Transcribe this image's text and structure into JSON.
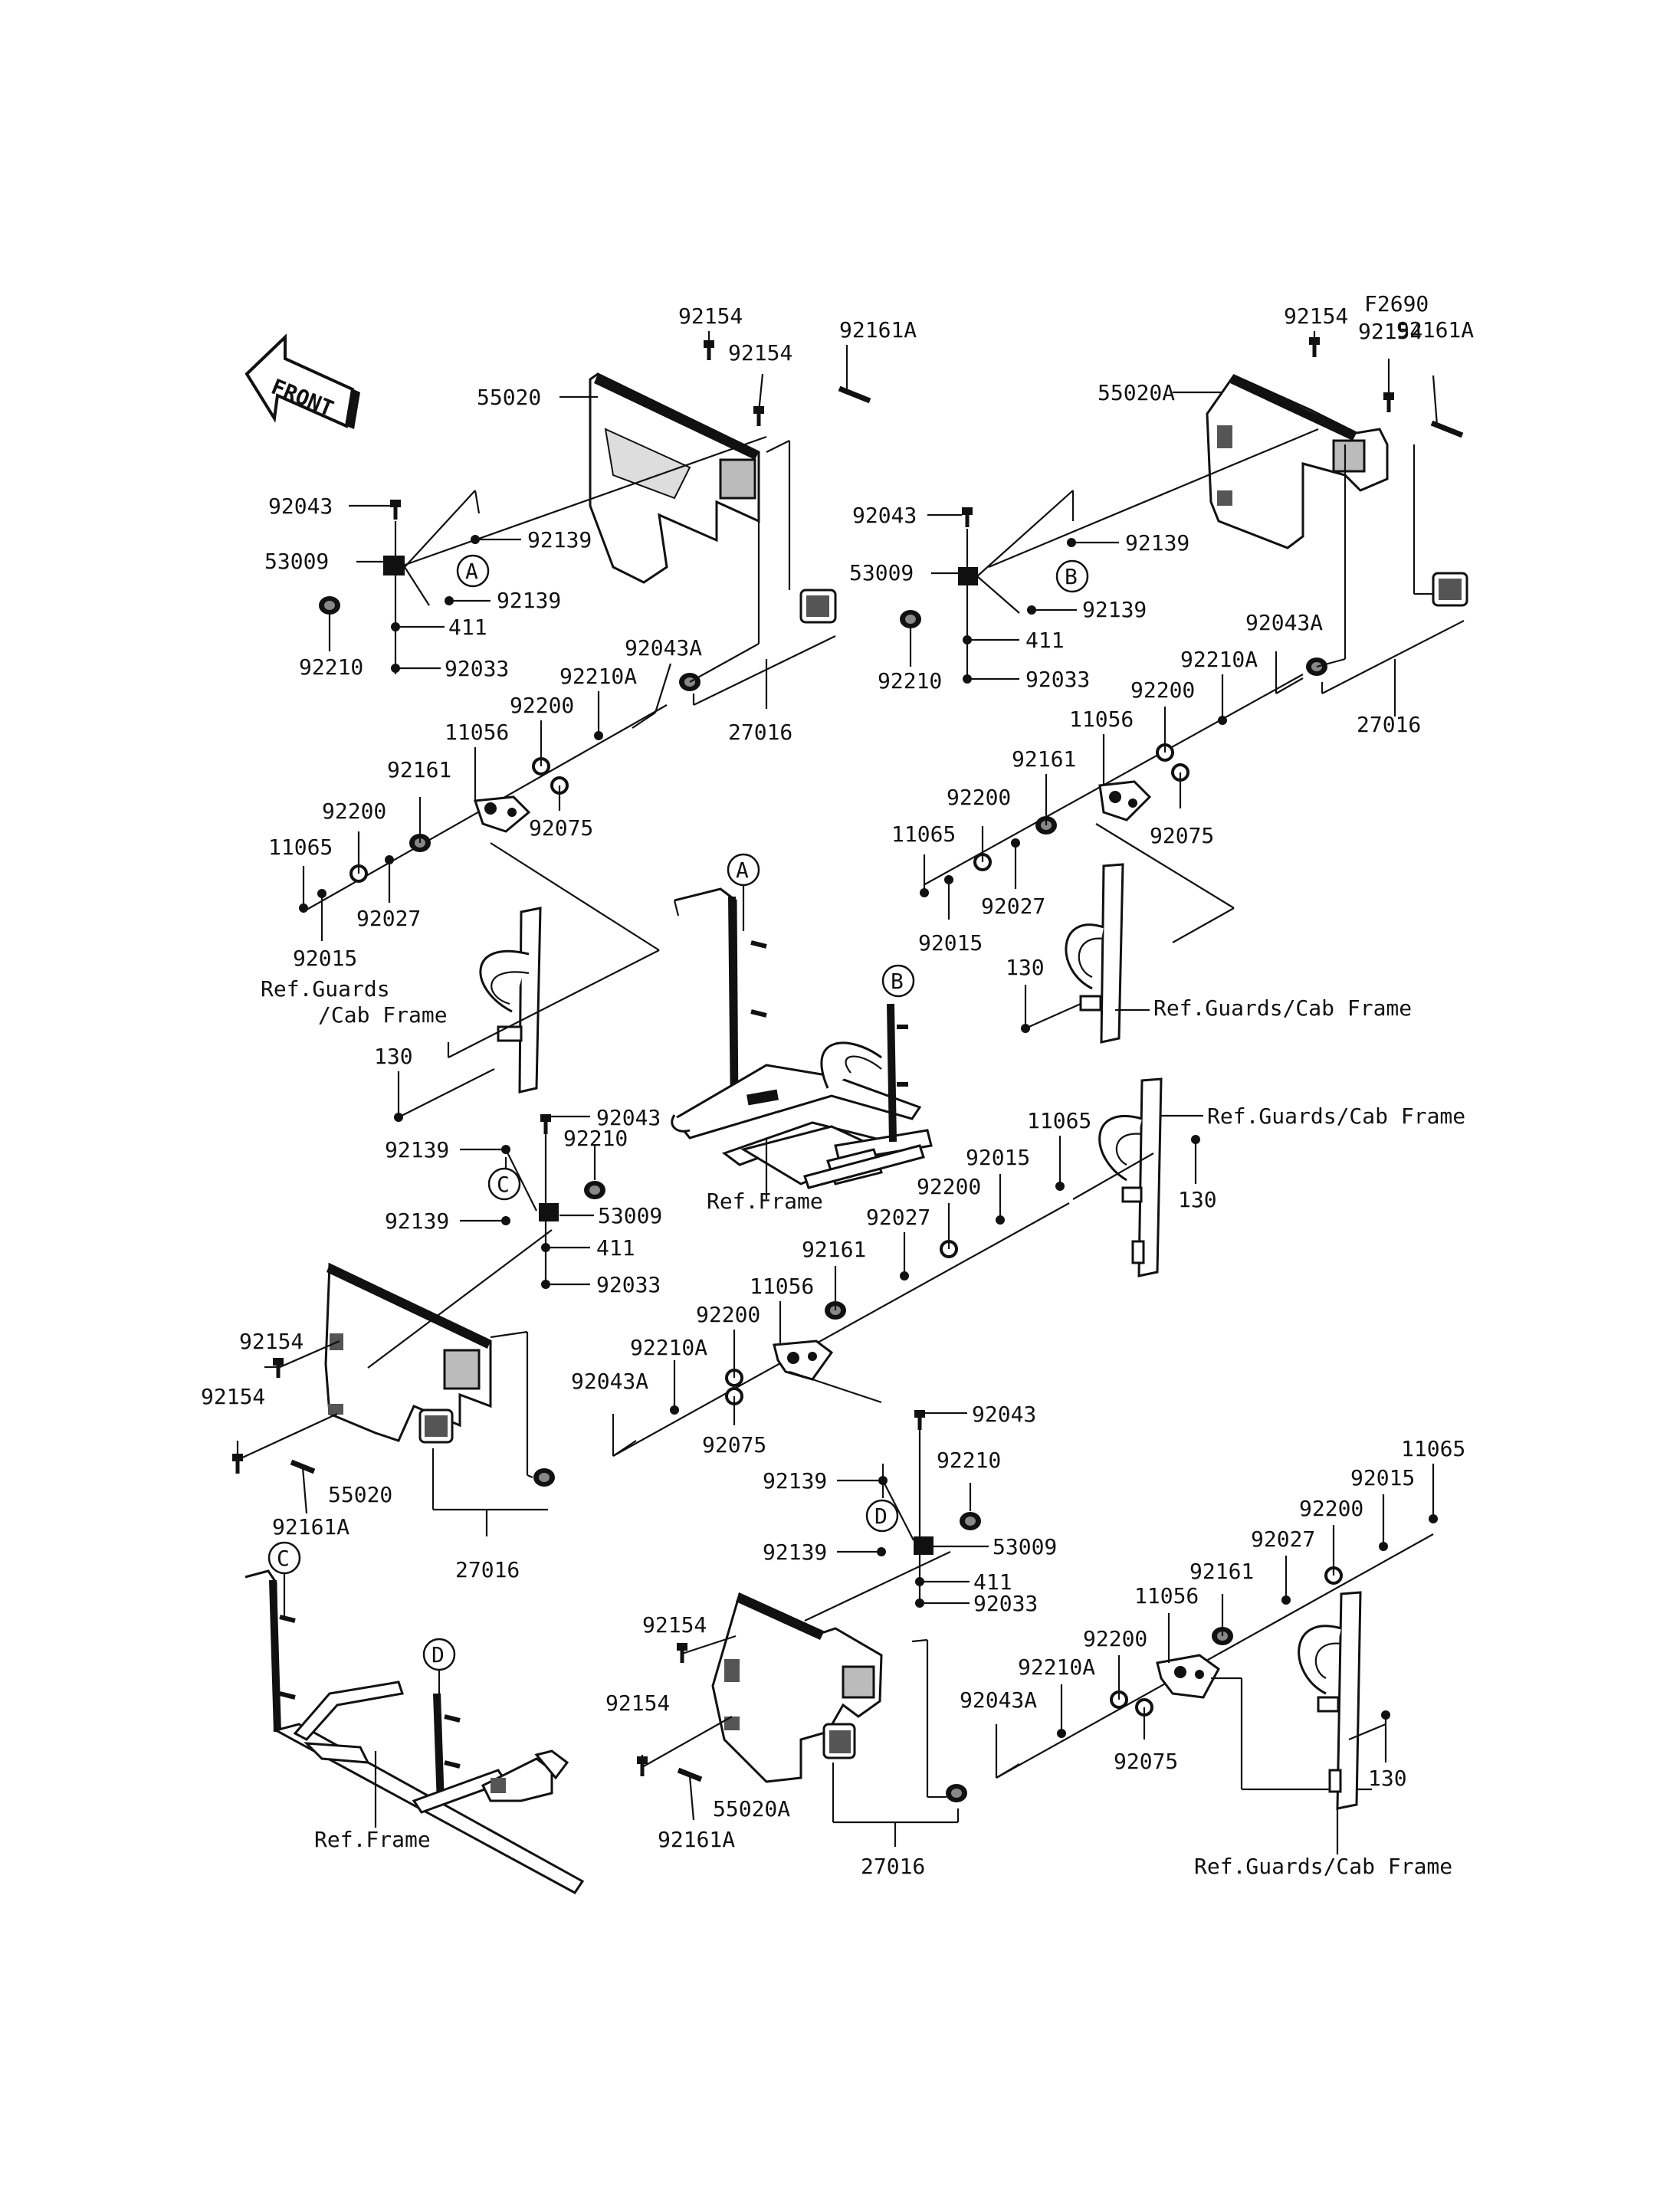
{
  "diagram_code": "F2690",
  "direction": {
    "text": "FRONT"
  },
  "labels": {
    "q1": {
      "p92154a": "92154",
      "p92154b": "92154",
      "p92161A": "92161A",
      "p55020": "55020",
      "p92043": "92043",
      "p53009": "53009",
      "p92139a": "92139",
      "p92139b": "92139",
      "p411": "411",
      "p92210": "92210",
      "p92033": "92033",
      "p92043A": "92043A",
      "p92210A": "92210A",
      "p92200a": "92200",
      "p11056": "11056",
      "p92161": "92161",
      "p92200b": "92200",
      "p11065": "11065",
      "p92075": "92075",
      "p92027": "92027",
      "p92015": "92015",
      "p27016": "27016",
      "ref": "Ref.Guards\n/Cab Frame",
      "p130": "130"
    },
    "q2": {
      "p92154a": "92154",
      "p92154b": "92154",
      "p92161A": "92161A",
      "p55020A": "55020A",
      "p92043": "92043",
      "p53009": "53009",
      "p92139a": "92139",
      "p92139b": "92139",
      "p411": "411",
      "p92210": "92210",
      "p92033": "92033",
      "p92043A": "92043A",
      "p92210A": "92210A",
      "p92200a": "92200",
      "p11056": "11056",
      "p92161": "92161",
      "p92200b": "92200",
      "p11065": "11065",
      "p92075": "92075",
      "p92027": "92027",
      "p92015": "92015",
      "p27016": "27016",
      "ref": "Ref.Guards/Cab Frame",
      "p130": "130"
    },
    "q3": {
      "p92043": "92043",
      "p92210": "92210",
      "p92139a": "92139",
      "p53009": "53009",
      "p92139b": "92139",
      "p411": "411",
      "p92033": "92033",
      "p92154a": "92154",
      "p92154b": "92154",
      "p55020": "55020",
      "p92161A": "92161A",
      "p27016": "27016",
      "p92043A": "92043A",
      "p92210A": "92210A",
      "p92200a": "92200",
      "p92075": "92075",
      "p11056": "11056",
      "p92161": "92161",
      "p92027": "92027",
      "p92200b": "92200",
      "p92015": "92015",
      "p11065": "11065",
      "ref": "Ref.Guards/Cab Frame",
      "p130": "130"
    },
    "q4": {
      "p92043": "92043",
      "p92210": "92210",
      "p92139a": "92139",
      "p53009": "53009",
      "p92139b": "92139",
      "p411": "411",
      "p92033": "92033",
      "p92154a": "92154",
      "p92154b": "92154",
      "p55020A": "55020A",
      "p92161A": "92161A",
      "p27016": "27016",
      "p92043A": "92043A",
      "p92210A": "92210A",
      "p92200a": "92200",
      "p92075": "92075",
      "p11056": "11056",
      "p92161": "92161",
      "p92027": "92027",
      "p92200b": "92200",
      "p92015": "92015",
      "p11065": "11065",
      "ref": "Ref.Guards/Cab Frame",
      "p130": "130"
    },
    "frame": {
      "ref_top": "Ref.Frame",
      "ref_bottom": "Ref.Frame"
    }
  },
  "callouts": {
    "A": "A",
    "B": "B",
    "C": "C",
    "D": "D"
  }
}
